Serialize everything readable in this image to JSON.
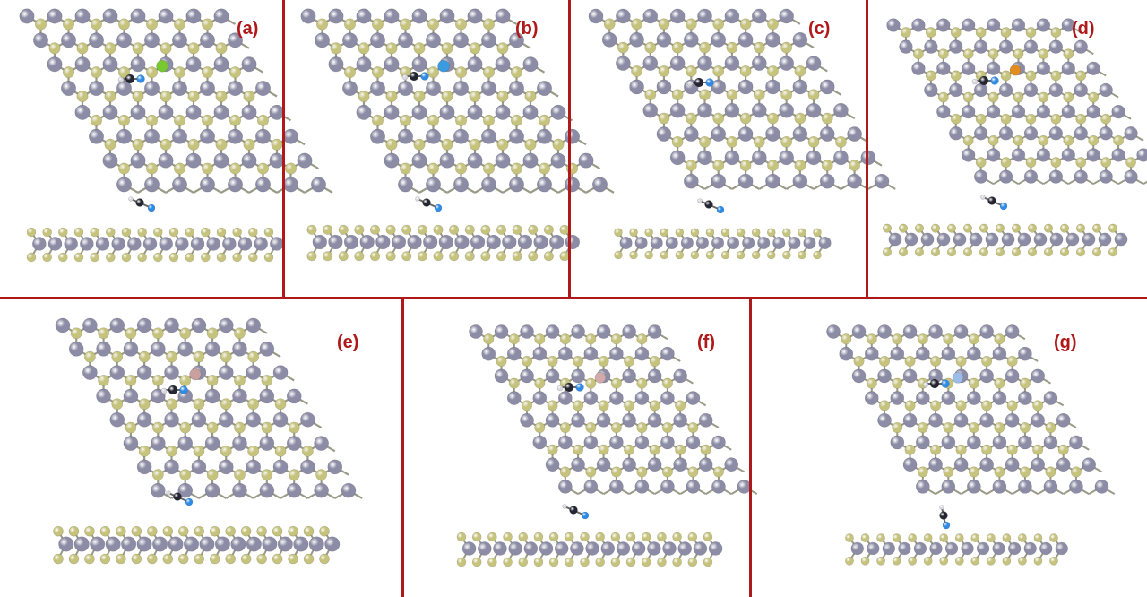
{
  "colors": {
    "divider": "#b01919",
    "label": "#b01919",
    "metal_atom": "#8c8ca6",
    "chalcogen_atom": "#c6c37d",
    "bond": "#9a9a88",
    "carbon_atom": "#262633",
    "nitrogen_atom": "#2f8ce6",
    "hydrogen_atom": "#d8d8e0"
  },
  "panels": [
    {
      "id": "a",
      "label": "(a)",
      "dopant": {
        "name": "green-dopant-atom",
        "color": "#78c832"
      },
      "molecule_view": "tilted"
    },
    {
      "id": "b",
      "label": "(b)",
      "dopant": {
        "name": "blue-dopant-atom",
        "color": "#3c9be0"
      },
      "molecule_view": "tilted"
    },
    {
      "id": "c",
      "label": "(c)",
      "dopant": null,
      "molecule_view": "tilted"
    },
    {
      "id": "d",
      "label": "(d)",
      "dopant": {
        "name": "orange-dopant-atom",
        "color": "#e08c1e"
      },
      "molecule_view": "tilted"
    },
    {
      "id": "e",
      "label": "(e)",
      "dopant": {
        "name": "pink-dopant-atom",
        "color": "#c8a0a0"
      },
      "molecule_view": "tilted"
    },
    {
      "id": "f",
      "label": "(f)",
      "dopant": {
        "name": "pink-dopant-atom",
        "color": "#d2aaaa"
      },
      "molecule_view": "tilted"
    },
    {
      "id": "g",
      "label": "(g)",
      "dopant": {
        "name": "light-blue-dopant-atom",
        "color": "#9cbcea"
      },
      "molecule_view": "upright"
    }
  ]
}
